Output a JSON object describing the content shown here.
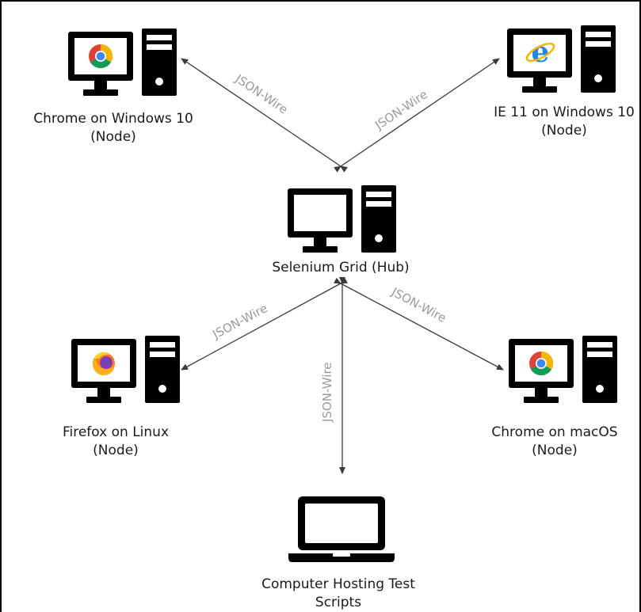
{
  "nodes": {
    "chrome_windows": {
      "line1": "Chrome on Windows 10",
      "line2": "(Node)",
      "browser_icon": "chrome-icon"
    },
    "ie_windows": {
      "line1": "IE 11 on Windows 10",
      "line2": "(Node)",
      "browser_icon": "internet-explorer-icon"
    },
    "hub": {
      "line1": "Selenium Grid (Hub)"
    },
    "firefox_linux": {
      "line1": "Firefox on Linux",
      "line2": "(Node)",
      "browser_icon": "firefox-icon"
    },
    "chrome_macos": {
      "line1": "Chrome on macOS",
      "line2": "(Node)",
      "browser_icon": "chrome-icon"
    },
    "test_host": {
      "line1": "Computer Hosting Test",
      "line2": "Scripts",
      "icon": "laptop-icon"
    }
  },
  "connections": [
    {
      "from": "hub",
      "to": "chrome_windows",
      "label": "JSON-Wire"
    },
    {
      "from": "hub",
      "to": "ie_windows",
      "label": "JSON-Wire"
    },
    {
      "from": "hub",
      "to": "firefox_linux",
      "label": "JSON-Wire"
    },
    {
      "from": "hub",
      "to": "chrome_macos",
      "label": "JSON-Wire"
    },
    {
      "from": "hub",
      "to": "test_host",
      "label": "JSON-Wire"
    }
  ],
  "colors": {
    "line": "#3a3a3a",
    "label": "#9a9a9a",
    "computer": "#000000",
    "chrome_red": "#db4437",
    "chrome_yellow": "#f4b400",
    "chrome_green": "#0f9d58",
    "chrome_blue": "#4285f4",
    "ie_blue": "#1e88e5",
    "firefox_orange": "#ff7b1c"
  }
}
